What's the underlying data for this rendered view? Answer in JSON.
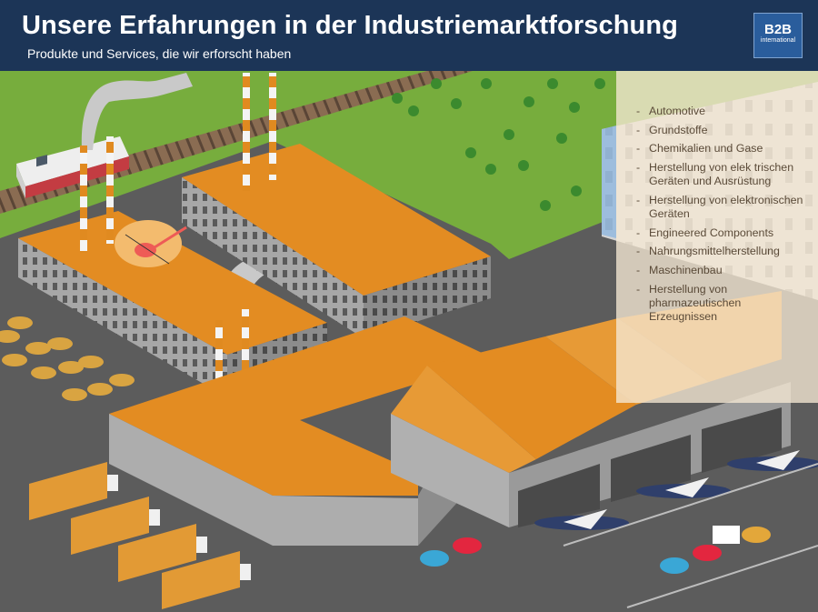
{
  "header": {
    "title": "Unsere Erfahrungen in der Industriemarktforschung",
    "subtitle": "Produkte und Services, die wir erforscht haben",
    "logo_text": "B2B",
    "logo_subtext": "international"
  },
  "industries": [
    "Automotive",
    "Grundstoffe",
    "Chemikalien und Gase",
    "Herstellung von elek trischen Geräten und Ausrüstung",
    "Herstellung von elektronischen Geräten",
    "Engineered Components",
    "Nahrungsmittelherstellung",
    "Maschinenbau",
    "Herstellung von pharmazeutischen Erzeugnissen"
  ],
  "colors": {
    "header_bg": "#1c3557",
    "roof_orange": "#e38c22",
    "grass_green": "#77ad3d",
    "asphalt": "#5c5c5c",
    "panel_bg": "#f5e8d4",
    "panel_text": "#5a4a38"
  }
}
